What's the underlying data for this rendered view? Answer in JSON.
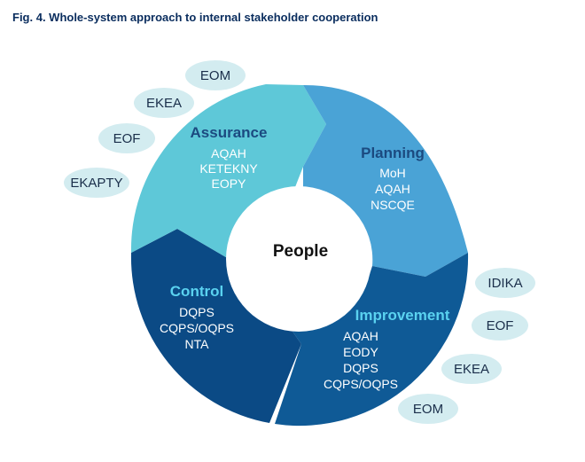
{
  "figure": {
    "title": "Fig. 4. Whole-system approach to internal stakeholder cooperation",
    "center_label": "People"
  },
  "segments": [
    {
      "title": "Assurance",
      "items": [
        "AQAH",
        "KETEKNY",
        "EOPY"
      ]
    },
    {
      "title": "Planning",
      "items": [
        "MoH",
        "AQAH",
        "NSCQE"
      ]
    },
    {
      "title": "Improvement",
      "items": [
        "AQAH",
        "EODY",
        "DQPS",
        "CQPS/OQPS"
      ]
    },
    {
      "title": "Control",
      "items": [
        "DQPS",
        "CQPS/OQPS",
        "NTA"
      ]
    }
  ],
  "bubbles_left": [
    "EOM",
    "EKEA",
    "EOF",
    "EKAPTY"
  ],
  "bubbles_right": [
    "IDIKA",
    "EOF",
    "EKEA",
    "EOM"
  ],
  "colors": {
    "assurance": "#5ec8d8",
    "planning": "#4aa3d6",
    "improvement": "#0f5a96",
    "control": "#0b4a85",
    "bubble": "#d3ecf0",
    "title_dark": "#1b4a80",
    "title_light": "#5ad2f0"
  }
}
